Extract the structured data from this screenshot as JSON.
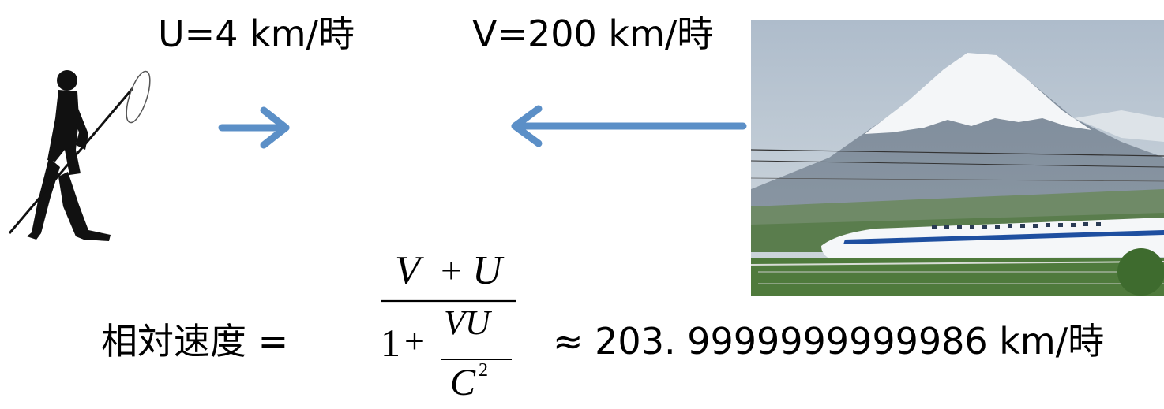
{
  "labels": {
    "u_speed": "U=4 km/時",
    "v_speed": "V=200 km/時"
  },
  "equation": {
    "lhs": "相対速度 =",
    "numerator": {
      "v": "V",
      "plus": "+",
      "u": "U"
    },
    "denominator": {
      "one": "1",
      "plus": "+",
      "vu": "VU",
      "c": "C",
      "exponent": "2"
    },
    "result": "≈ 203. 9999999999986 km/時"
  },
  "icons": {
    "person": "walking-person-with-net-icon",
    "train_photo": "mount-fuji-shinkansen-photo",
    "right_arrow": "arrow-right-icon",
    "left_arrow": "arrow-left-icon"
  },
  "colors": {
    "arrow": "#5b8fc7",
    "text": "#000000"
  }
}
